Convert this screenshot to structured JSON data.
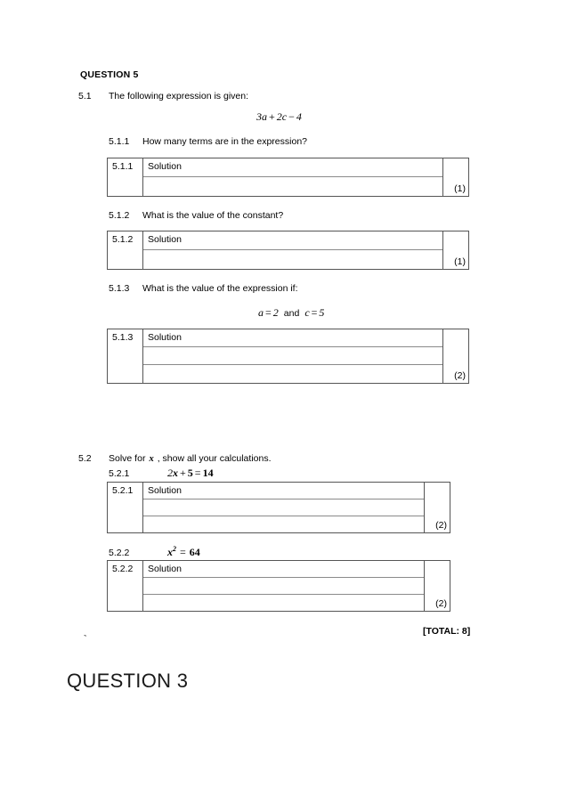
{
  "document": {
    "question_heading": "QUESTION 5",
    "total_label": "[TOTAL: 8]",
    "next_page_heading": "QUESTION 3",
    "clipped_text": "QUESTION 3"
  },
  "sections": {
    "s51": {
      "number": "5.1",
      "prompt": "The following expression is given:",
      "expression": {
        "term1_coef": "3",
        "term1_var": "a",
        "op1": "+",
        "term2_coef": "2",
        "term2_var": "c",
        "op2": "−",
        "term3": "4"
      }
    },
    "s511": {
      "number": "5.1.1",
      "prompt": "How many terms are in the expression?",
      "table": {
        "label": "5.1.1",
        "solution_label": "Solution",
        "marks": "(1)",
        "blank_lines": 1
      }
    },
    "s512": {
      "number": "5.1.2",
      "prompt": "What is the value of the constant?",
      "table": {
        "label": "5.1.2",
        "solution_label": "Solution",
        "marks": "(1)",
        "blank_lines": 1
      }
    },
    "s513": {
      "number": "5.1.3",
      "prompt": "What is the value of the expression if:",
      "condition": {
        "var1": "a",
        "eq1": "=",
        "val1": "2",
        "conj": "and",
        "var2": "c",
        "eq2": "=",
        "val2": "5"
      },
      "table": {
        "label": "5.1.3",
        "solution_label": "Solution",
        "marks": "(2)",
        "blank_lines": 2
      }
    },
    "s52": {
      "number": "5.2",
      "prompt_pre": "Solve for",
      "prompt_var": "x",
      "prompt_post": ", show all your calculations."
    },
    "s521": {
      "number": "5.2.1",
      "equation": {
        "coef": "2",
        "var": "x",
        "op": "+",
        "const": "5",
        "eq": "=",
        "rhs": "14"
      },
      "table": {
        "label": "5.2.1",
        "solution_label": "Solution",
        "marks": "(2)",
        "blank_lines": 2
      }
    },
    "s522": {
      "number": "5.2.2",
      "equation": {
        "var": "x",
        "exponent": "2",
        "eq": "=",
        "rhs": "64"
      },
      "table": {
        "label": "5.2.2",
        "solution_label": "Solution",
        "marks": "(2)",
        "blank_lines": 2
      }
    }
  },
  "colors": {
    "page_background": "#ffffff",
    "text": "#000000",
    "table_border": "#555555",
    "inner_rule": "#8a8a8a"
  }
}
